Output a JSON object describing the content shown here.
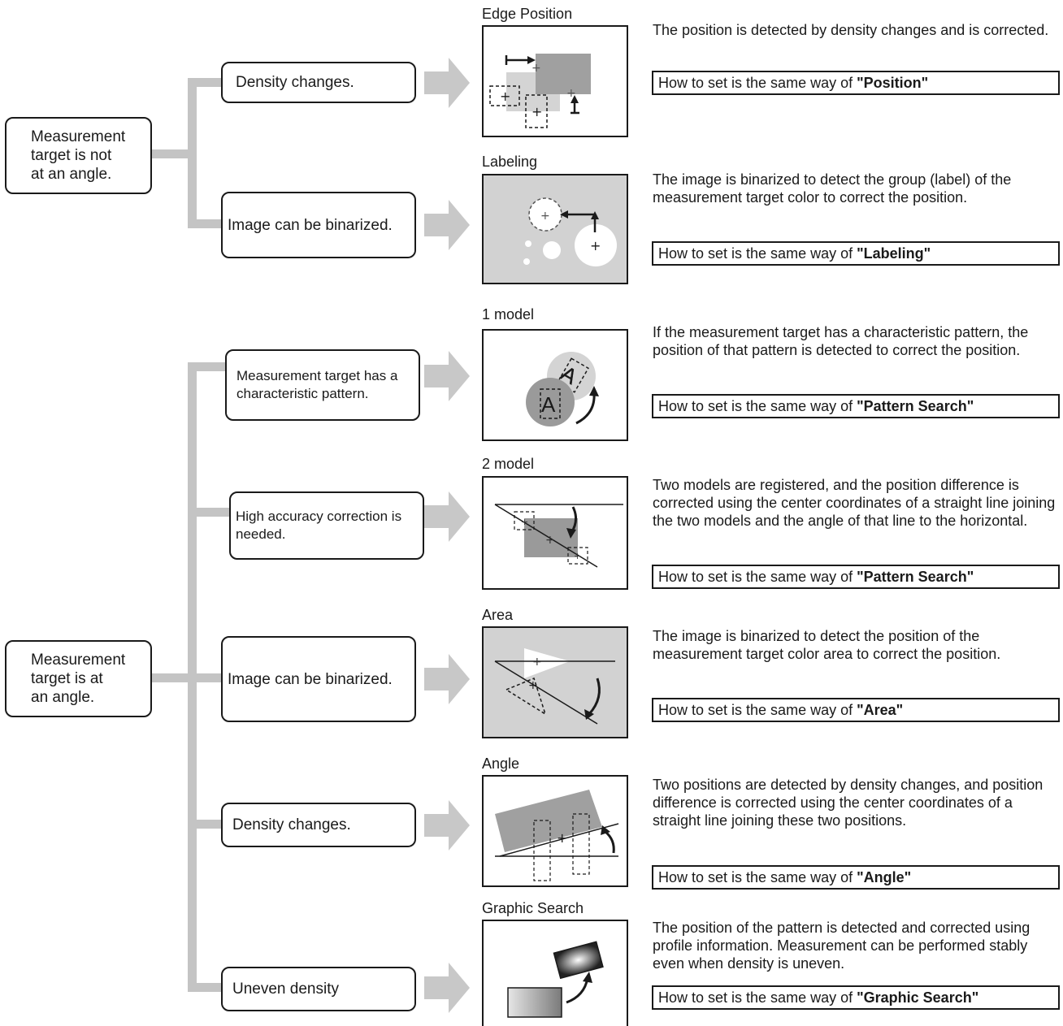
{
  "groups": [
    {
      "label": "Measurement target  is not at an angle.",
      "label_lines": [
        "Measurement",
        "target  is not",
        "at an angle."
      ]
    },
    {
      "label": "Measurement target  is at an angle.",
      "label_lines": [
        "Measurement",
        "target  is at",
        "an angle."
      ]
    }
  ],
  "rows": [
    {
      "condition": "Density changes.",
      "method": "Edge Position",
      "description": "The position is detected by density changes and is corrected.",
      "howto_prefix": "How to set is the same way of ",
      "howto_ref": "\"Position\""
    },
    {
      "condition": "Image can be binarized.",
      "method": "Labeling",
      "description": "The image is binarized to detect the group (label) of the measurement target color to correct the position.",
      "howto_prefix": "How to set is the same way of ",
      "howto_ref": "\"Labeling\""
    },
    {
      "condition": "Measurement target has a characteristic pattern.",
      "method": "1 model",
      "description": "If the measurement target has a characteristic pattern, the position of that pattern is detected to correct the position.",
      "howto_prefix": "How to set is the same way of ",
      "howto_ref": "\"Pattern Search\""
    },
    {
      "condition": "High accuracy correction is needed.",
      "method": "2 model",
      "description": "Two models are registered, and the position difference is corrected using the center coordinates of a straight line joining the two models and the angle of that line to the horizontal.",
      "howto_prefix": "How to set is the same way of ",
      "howto_ref": "\"Pattern Search\""
    },
    {
      "condition": "Image can be binarized.",
      "method": "Area",
      "description": "The image is binarized to detect the position of the measurement target color area to correct the position.",
      "howto_prefix": "How to set is the same way of ",
      "howto_ref": "\"Area\""
    },
    {
      "condition": "Density changes.",
      "method": "Angle",
      "description": "Two positions are detected by density changes, and position difference is corrected using the center coordinates of a straight line joining these two positions.",
      "howto_prefix": "How to set is the same way of ",
      "howto_ref": "\"Angle\""
    },
    {
      "condition": "Uneven density",
      "method": "Graphic Search",
      "description": "The position of the pattern is detected and corrected using profile information. Measurement can be performed stably even when density is uneven.",
      "howto_prefix": "How to set is the same way of ",
      "howto_ref": "\"Graphic Search\""
    }
  ],
  "colors": {
    "connector": "#c4c4c4",
    "arrow": "#c8c8c8",
    "line": "#1a1a1a",
    "shade": "#d2d2d2",
    "dark_gray": "#9a9a9a"
  }
}
